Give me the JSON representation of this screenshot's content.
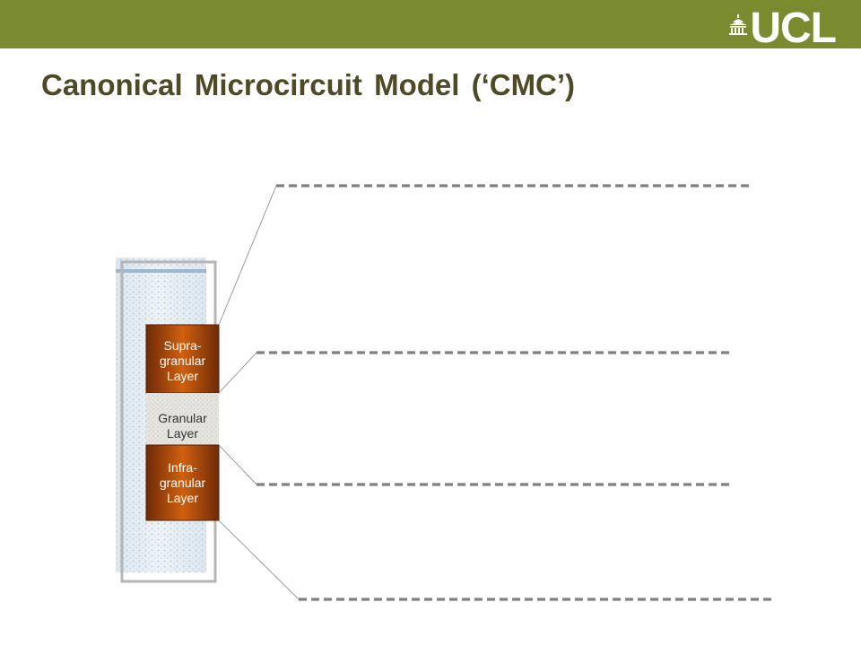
{
  "brand": {
    "logo_text": "UCL",
    "header_color": "#7a8a2e",
    "title_color": "#4f4a26"
  },
  "slide": {
    "title": "Canonical Microcircuit Model (‘CMC’)"
  },
  "diagram": {
    "layers": [
      {
        "label": "Supra-\ngranular\nLayer",
        "color": "#b3530f"
      },
      {
        "label": "Granular\nLayer",
        "color": "#e6e4df"
      },
      {
        "label": "Infra-\ngranular\nLayer",
        "color": "#b3530f"
      }
    ],
    "stain_color": "#5e8fb4",
    "leader_line_color": "#666666"
  }
}
